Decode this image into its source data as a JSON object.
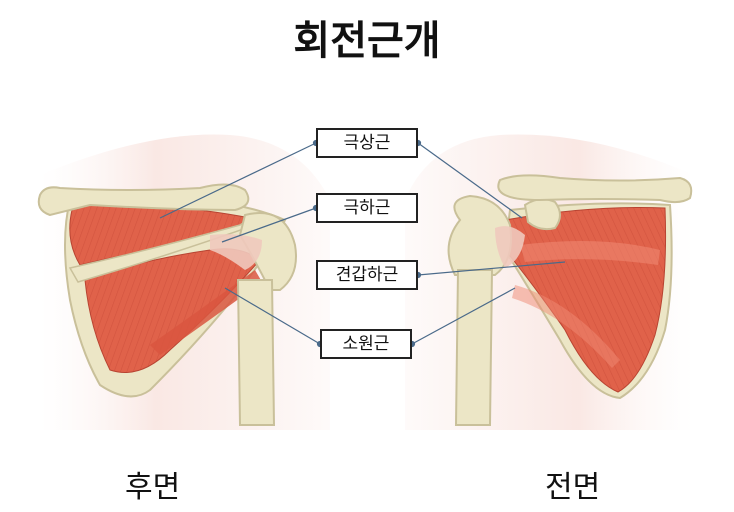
{
  "title": "회전근개",
  "labels": {
    "supraspinatus": "극상근",
    "infraspinatus": "극하근",
    "subscapularis": "견갑하근",
    "teres_minor": "소원근"
  },
  "views": {
    "posterior": "후면",
    "anterior": "전면"
  },
  "colors": {
    "muscle": "#e0624a",
    "muscle_dark": "#c84a36",
    "bone": "#ece6c6",
    "bone_edge": "#c9c09a",
    "skin": "#f7e1dc",
    "leader_line": "#4a6a8a"
  }
}
